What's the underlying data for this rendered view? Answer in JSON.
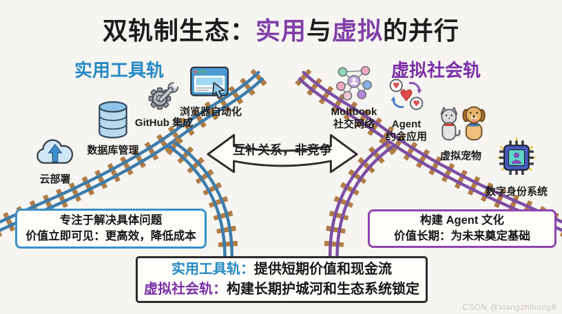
{
  "title": {
    "part1": "双轨制生态：",
    "highlight1": "实用",
    "part2": "与",
    "highlight2": "虚拟",
    "part3": "的并行"
  },
  "practical_track": {
    "heading": "实用工具轨",
    "items": [
      {
        "label": "云部署"
      },
      {
        "label": "数据库管理"
      },
      {
        "label": "GitHub 集成"
      },
      {
        "label": "浏览器自动化"
      }
    ]
  },
  "virtual_track": {
    "heading": "虚拟社会轨",
    "items": [
      {
        "label": "Moltbook",
        "label2": "社交网络"
      },
      {
        "label": "Agent",
        "label2": "约会应用"
      },
      {
        "label": "虚拟宠物"
      },
      {
        "label": "数字身份系统"
      }
    ]
  },
  "relationship_arrow": {
    "label": "互补关系，非竞争"
  },
  "practical_box": {
    "line1": "专注于解决具体问题",
    "line2": "价值立即可见：更高效，降低成本"
  },
  "virtual_box": {
    "line1": "构建 Agent 文化",
    "line2": "价值长期：为未来奠定基础"
  },
  "summary_box": {
    "practical_label": "实用工具轨：",
    "practical_text": "提供短期价值和现金流",
    "virtual_label": "虚拟社会轨：",
    "virtual_text": "构建长期护城河和生态系统锁定"
  },
  "watermark": {
    "text": "CSDN @xiangzhihong8"
  },
  "colors": {
    "practical_blue": "#2489c4",
    "virtual_purple": "#7b2fa8",
    "title_highlight_purple": "#8040a8",
    "rail_blue": "#3c7dad",
    "rail_purple": "#7c4ea5",
    "tie_brown": "#b17c46",
    "background": "#f7f5f1"
  }
}
